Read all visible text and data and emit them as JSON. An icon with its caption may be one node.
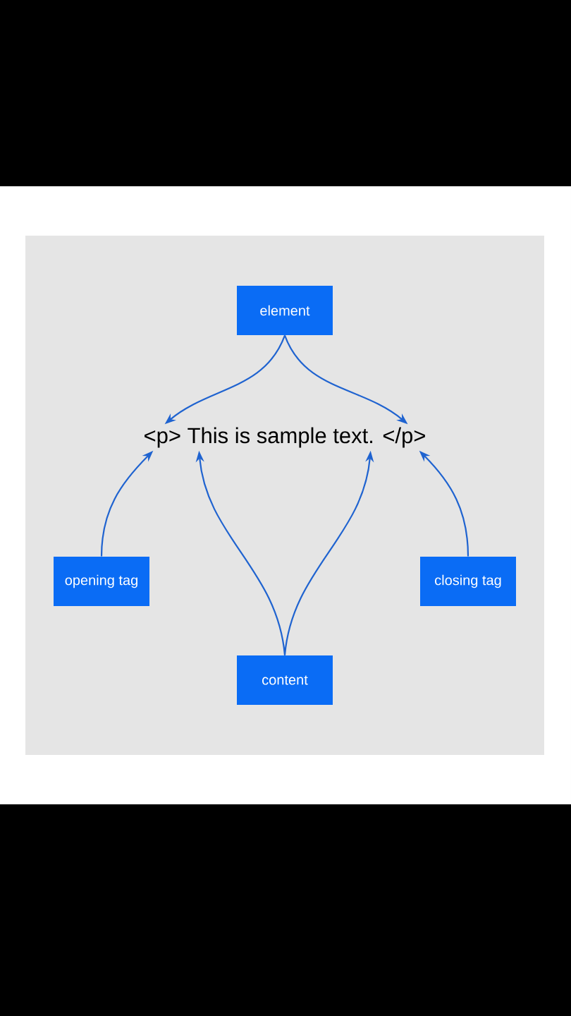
{
  "diagram": {
    "nodes": [
      {
        "text": [
          "element"
        ]
      },
      {
        "text": [
          "<p> This is sample text. </p>"
        ]
      },
      {
        "text": [
          "opening tag"
        ]
      },
      {
        "text": [
          "closing tag"
        ]
      },
      {
        "text": [
          "content"
        ]
      }
    ],
    "edges": [
      {
        "from": 0,
        "to": 1,
        "arrow": "to"
      },
      {
        "from": 0,
        "to": 1,
        "arrow": "to"
      },
      {
        "from": 2,
        "to": 1,
        "arrow": "to"
      },
      {
        "from": 3,
        "to": 1,
        "arrow": "to"
      },
      {
        "from": 4,
        "to": 1,
        "arrow": "to"
      },
      {
        "from": 4,
        "to": 1,
        "arrow": "to"
      }
    ]
  }
}
